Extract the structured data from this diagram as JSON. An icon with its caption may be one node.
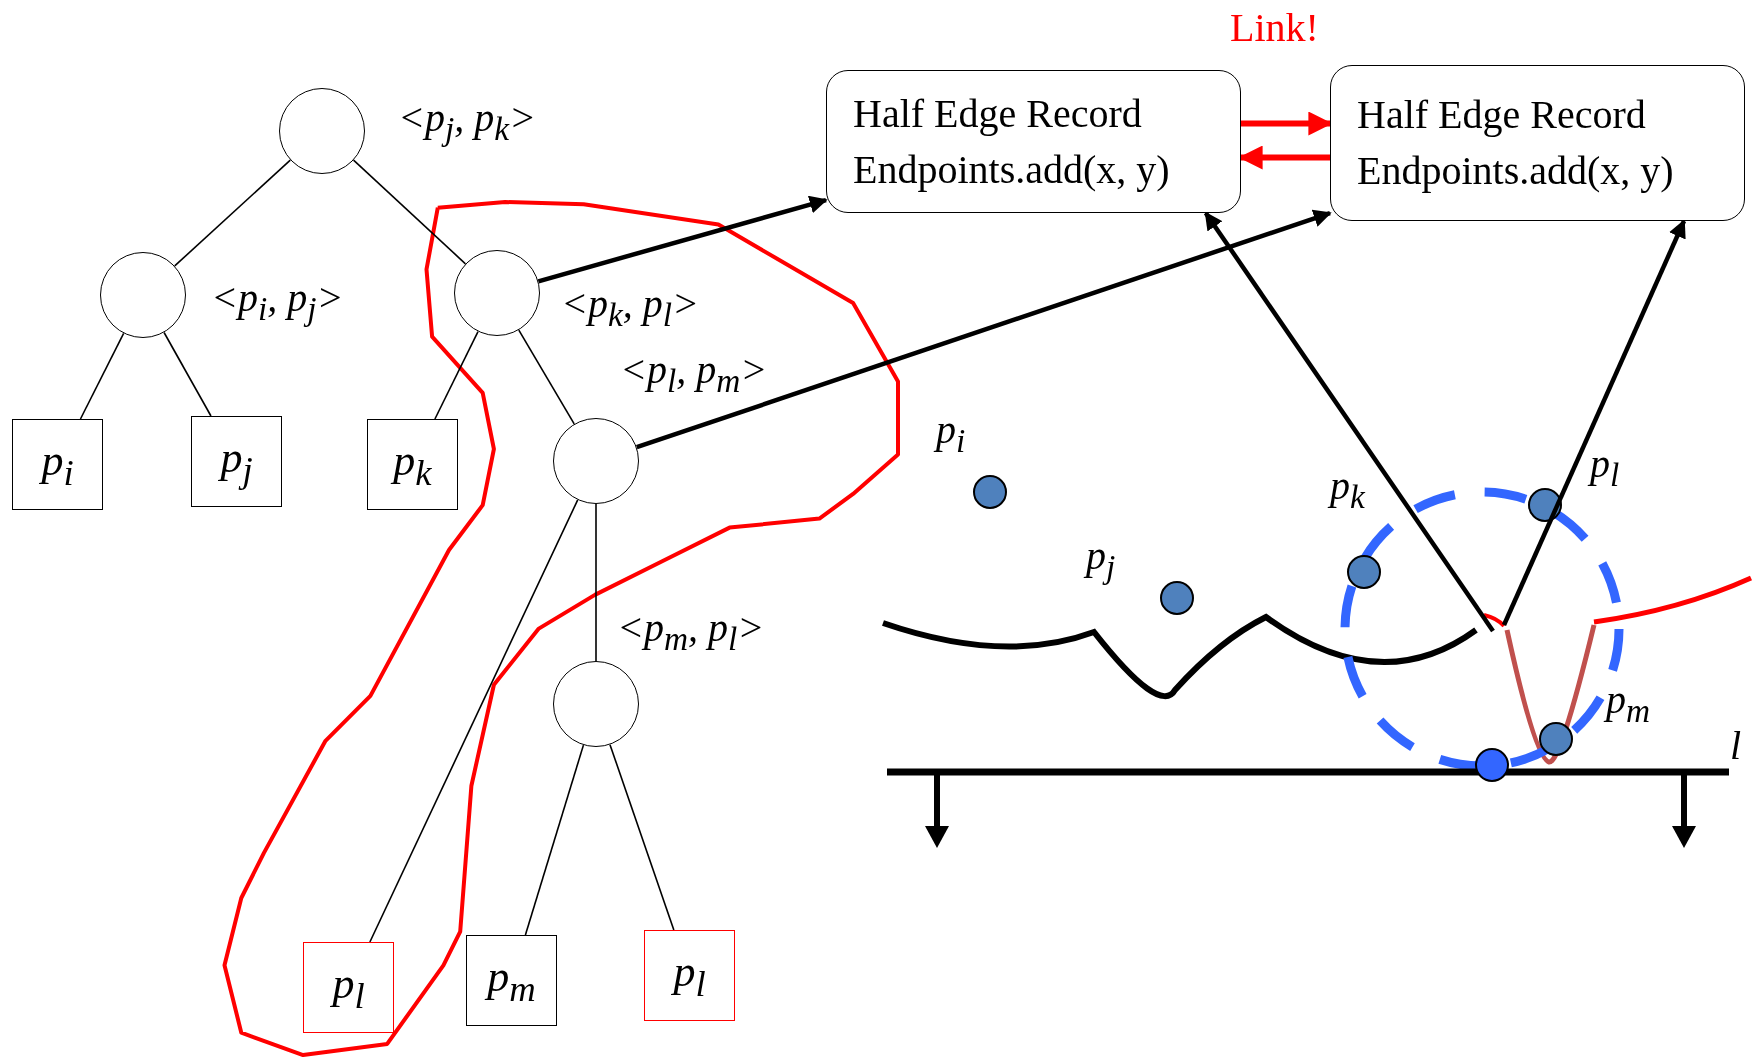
{
  "diagram": {
    "nodes": [
      {
        "text": [],
        "shape": "circle",
        "beside": [
          "<p$_{j}$, p$_{k}$>"
        ]
      },
      {
        "text": [],
        "shape": "circle",
        "beside": [
          "<p$_{i}$, p$_{j}$>"
        ]
      },
      {
        "text": [],
        "shape": "circle",
        "beside": [
          "<p$_{k}$, p$_{l}$>"
        ]
      },
      {
        "text": [
          "p$_{i}$"
        ]
      },
      {
        "text": [
          "p$_{j}$"
        ]
      },
      {
        "text": [
          "p$_{k}$"
        ]
      },
      {
        "text": [],
        "shape": "circle",
        "beside": [
          "<p$_{l}$, p$_{m}$>"
        ]
      },
      {
        "text": [],
        "shape": "circle",
        "beside": [
          "<p$_{m}$, p$_{l}$>"
        ]
      },
      {
        "text": [
          "p$_{l}$"
        ]
      },
      {
        "text": [
          "p$_{m}$"
        ]
      },
      {
        "text": [
          "p$_{l}$"
        ]
      },
      {
        "text": [
          "Half Edge Record",
          "Endpoints.add(x, y)"
        ]
      },
      {
        "text": [
          "Half Edge Record",
          "Endpoints.add(x, y)"
        ]
      },
      {
        "text": [],
        "shape": "curve"
      }
    ],
    "edges": [
      {
        "from": 0,
        "to": 1,
        "arrow": "none"
      },
      {
        "from": 0,
        "to": 2,
        "arrow": "none"
      },
      {
        "from": 1,
        "to": 3,
        "arrow": "none"
      },
      {
        "from": 1,
        "to": 4,
        "arrow": "none"
      },
      {
        "from": 2,
        "to": 5,
        "arrow": "none"
      },
      {
        "from": 2,
        "to": 6,
        "arrow": "none"
      },
      {
        "from": 6,
        "to": 8,
        "arrow": "none"
      },
      {
        "from": 6,
        "to": 7,
        "arrow": "none"
      },
      {
        "from": 7,
        "to": 9,
        "arrow": "none"
      },
      {
        "from": 7,
        "to": 10,
        "arrow": "none"
      },
      {
        "from": 2,
        "to": 11,
        "arrow": "to",
        "style": "thick"
      },
      {
        "from": 6,
        "to": 12,
        "arrow": "to",
        "style": "thick"
      },
      {
        "from": 11,
        "to": 12,
        "arrow": "to",
        "style": "thick",
        "color": "#ff0000"
      },
      {
        "from": 12,
        "to": 11,
        "arrow": "to",
        "style": "thick",
        "color": "#ff0000"
      },
      {
        "from": 13,
        "to": 11,
        "arrow": "to",
        "style": "thick"
      },
      {
        "from": 13,
        "to": 12,
        "arrow": "to",
        "style": "thick"
      }
    ],
    "labels": [
      "Link!",
      "p$_{i}$",
      "p$_{l}$",
      "p$_{k}$",
      "p$_{j}$",
      "p$_{m}$",
      "l"
    ]
  }
}
